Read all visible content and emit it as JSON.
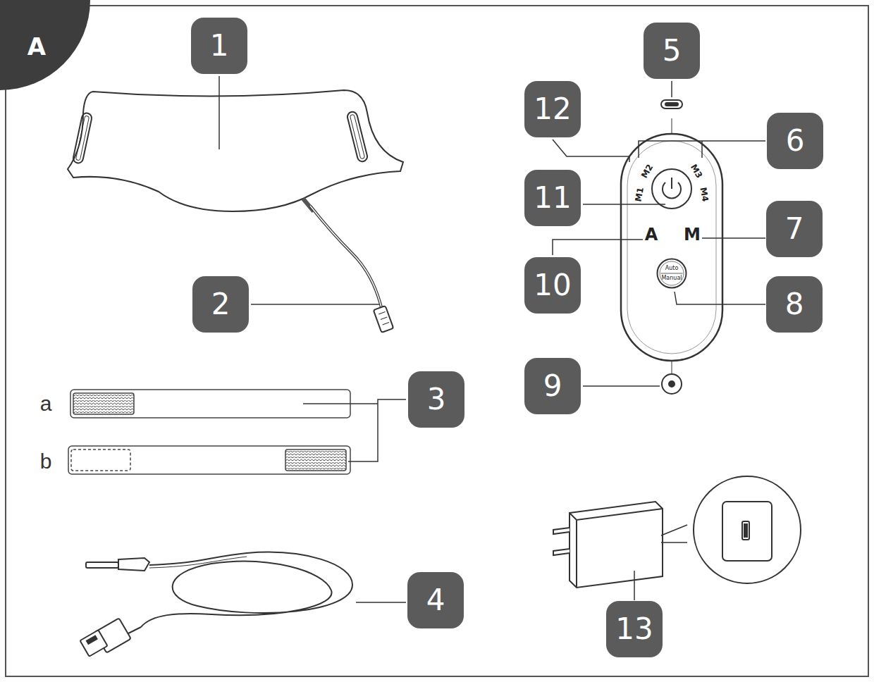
{
  "diagram": {
    "nodes": [
      {
        "text": [
          "A"
        ]
      },
      {
        "text": [
          "Auto",
          "Manual"
        ]
      }
    ],
    "labels": [
      "1",
      "2",
      "3",
      "4",
      "5",
      "6",
      "7",
      "8",
      "9",
      "10",
      "11",
      "12",
      "13",
      "a",
      "b",
      "A",
      "M",
      "M1",
      "M2",
      "M3",
      "M4"
    ]
  }
}
